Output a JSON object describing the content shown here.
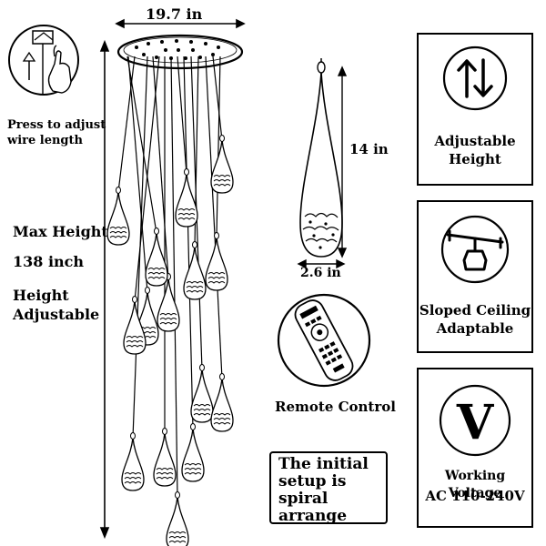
{
  "dimensions": {
    "canopy_width": "19.7 in",
    "pendant_height": "14 in",
    "pendant_width": "2.6 in"
  },
  "adjust_note": {
    "line1": "Press to adjust",
    "line2": "wire length"
  },
  "height_info": {
    "max_label": "Max Height",
    "max_value": "138 inch",
    "adjust_line1": "Height",
    "adjust_line2": "Adjustable"
  },
  "remote": {
    "label": "Remote Control"
  },
  "setup_note": {
    "line1": "The initial",
    "line2": "setup is",
    "line3": "spiral arrange"
  },
  "features": [
    {
      "line1": "Adjustable",
      "line2": "Height",
      "icon": "up-down-arrows-icon"
    },
    {
      "line1": "Sloped Ceiling",
      "line2": "Adaptable",
      "icon": "sloped-ceiling-track-icon"
    },
    {
      "line1": "Working Voltage",
      "line2": "AC 110-240V",
      "icon": "voltage-v-icon"
    }
  ]
}
